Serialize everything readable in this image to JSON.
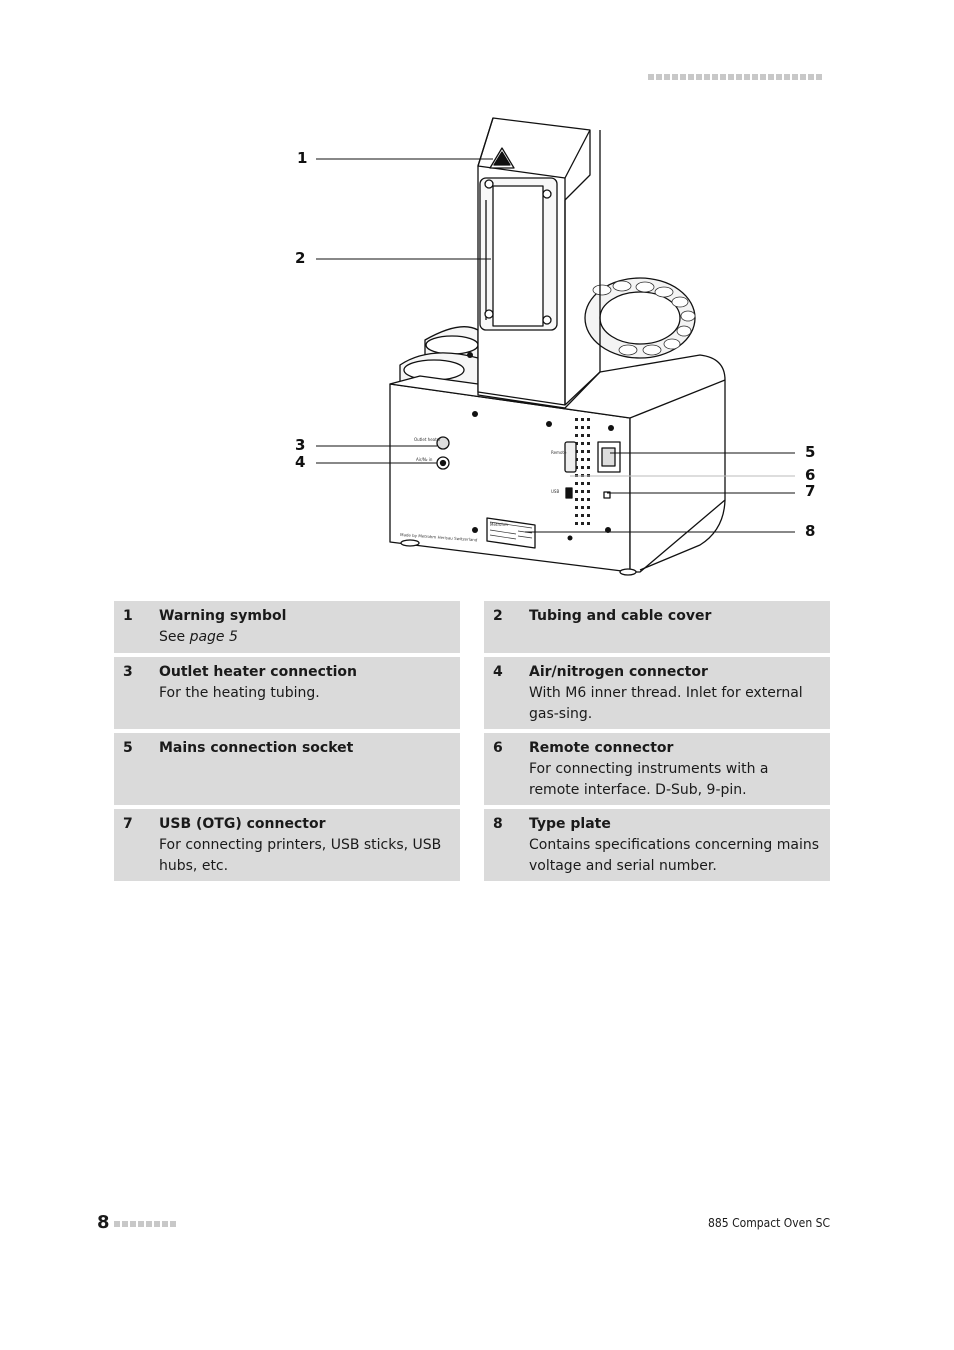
{
  "callouts": [
    "1",
    "2",
    "3",
    "4",
    "5",
    "6",
    "7",
    "8"
  ],
  "device_labels": {
    "outlet": "Outlet heater",
    "air": "Air/N₂ in",
    "remote": "Remote",
    "usb": "USB",
    "made_in": "Made by Metrohm Herisau Switzerland",
    "type_plate": "Metrohm"
  },
  "legend": [
    {
      "num": "1",
      "title": "Warning symbol",
      "desc_prefix": "See ",
      "desc_link": "page 5"
    },
    {
      "num": "2",
      "title": "Tubing and cable cover",
      "desc": ""
    },
    {
      "num": "3",
      "title": "Outlet heater connection",
      "desc": "For the heating tubing."
    },
    {
      "num": "4",
      "title": "Air/nitrogen connector",
      "desc": "With M6 inner thread. Inlet for external gas-sing."
    },
    {
      "num": "5",
      "title": "Mains connection socket",
      "desc": ""
    },
    {
      "num": "6",
      "title": "Remote connector",
      "desc": "For connecting instruments with a remote interface. D-Sub, 9-pin."
    },
    {
      "num": "7",
      "title": "USB (OTG) connector",
      "desc": "For connecting printers, USB sticks, USB hubs, etc."
    },
    {
      "num": "8",
      "title": "Type plate",
      "desc": "Contains specifications concerning mains voltage and serial number."
    }
  ],
  "footer": {
    "page_number": "8",
    "doc_title": "885 Compact Oven SC"
  }
}
